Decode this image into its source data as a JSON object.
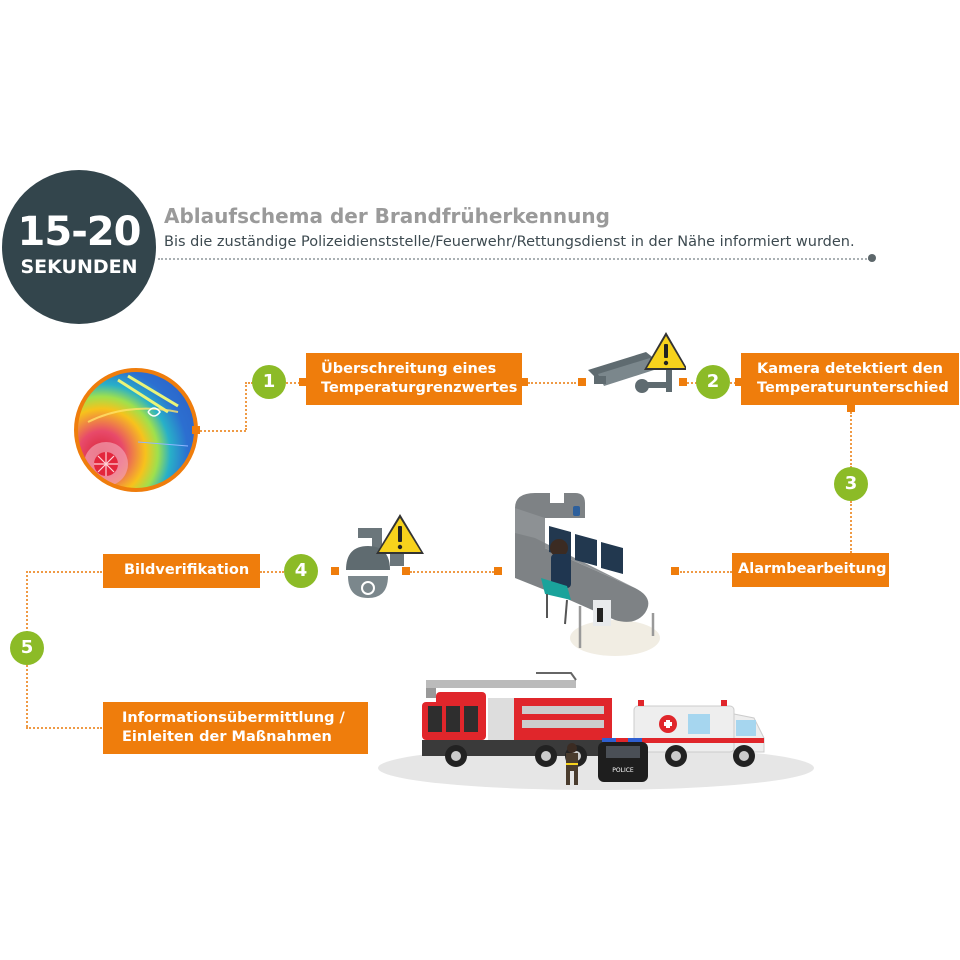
{
  "header": {
    "badge_number": "15-20",
    "badge_unit": "SEKUNDEN",
    "title": "Ablaufschema der Brandfrüherkennung",
    "subtitle": "Bis die zuständige Polizeidienststelle/Feuerwehr/Rettungsdienst in der Nähe informiert wurden."
  },
  "steps": [
    {
      "number": "1",
      "lines": [
        "Überschreitung eines",
        "Temperaturgrenzwertes"
      ]
    },
    {
      "number": "2",
      "lines": [
        "Kamera detektiert den",
        "Temperaturunterschied"
      ]
    },
    {
      "number": "3",
      "lines": [
        "Alarmbearbeitung"
      ]
    },
    {
      "number": "4",
      "lines": [
        "Bildverifikation"
      ]
    },
    {
      "number": "5",
      "lines": [
        "Informationsübermittlung /",
        "Einleiten der Maßnahmen"
      ]
    }
  ],
  "illustrations": {
    "thermal_image": "thermal-car-image",
    "bullet_camera": "bullet-camera-warning",
    "dome_camera": "dome-camera-warning",
    "control_room": "operator-workstation",
    "vehicles": "emergency-vehicles",
    "police_label": "POLICE"
  },
  "colors": {
    "box": "#ef7d0c",
    "step": "#8cbb27",
    "badge": "#33454c",
    "title": "#9a9a9a",
    "warning": "#f7d21c"
  }
}
